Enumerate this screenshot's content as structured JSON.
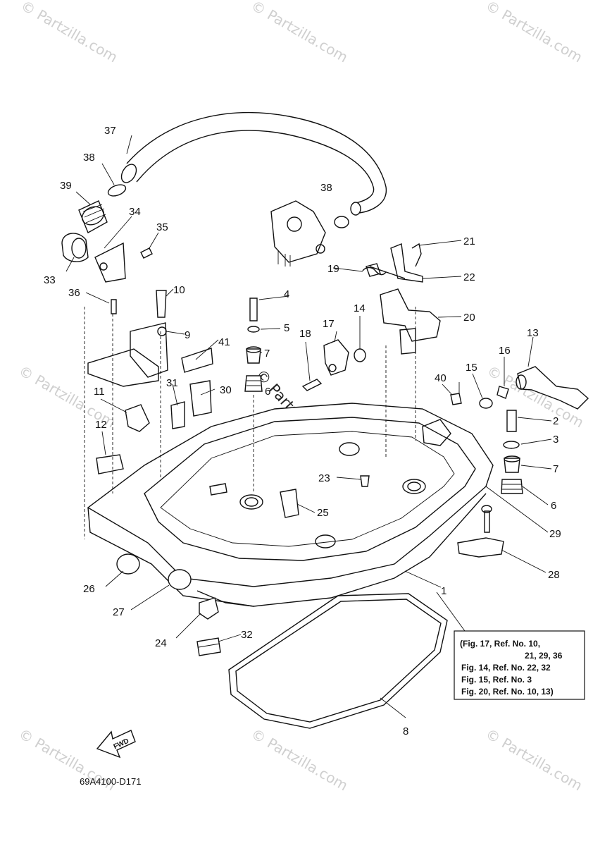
{
  "watermark": "© Partzilla.com",
  "diagram_code": "69A4100-D171",
  "fwd_label": "FWD",
  "reference_box": [
    "(Fig. 17, Ref. No. 10,",
    "21, 29, 36",
    "Fig. 14, Ref. No. 22, 32",
    "Fig. 15, Ref. No. 3",
    "Fig. 20, Ref. No. 10, 13)"
  ],
  "callouts": {
    "c1": "1",
    "c2": "2",
    "c3": "3",
    "c4": "4",
    "c5": "5",
    "c6a": "6",
    "c6b": "6",
    "c7a": "7",
    "c7b": "7",
    "c8": "8",
    "c9": "9",
    "c10": "10",
    "c11": "11",
    "c12": "12",
    "c13": "13",
    "c14": "14",
    "c15": "15",
    "c16": "16",
    "c17": "17",
    "c18": "18",
    "c19": "19",
    "c20": "20",
    "c21": "21",
    "c22": "22",
    "c23": "23",
    "c24": "24",
    "c25": "25",
    "c26": "26",
    "c27": "27",
    "c28": "28",
    "c29": "29",
    "c30": "30",
    "c31": "31",
    "c32": "32",
    "c33": "33",
    "c34": "34",
    "c35": "35",
    "c36": "36",
    "c37": "37",
    "c38a": "38",
    "c38b": "38",
    "c39": "39",
    "c40": "40",
    "c41": "41"
  }
}
